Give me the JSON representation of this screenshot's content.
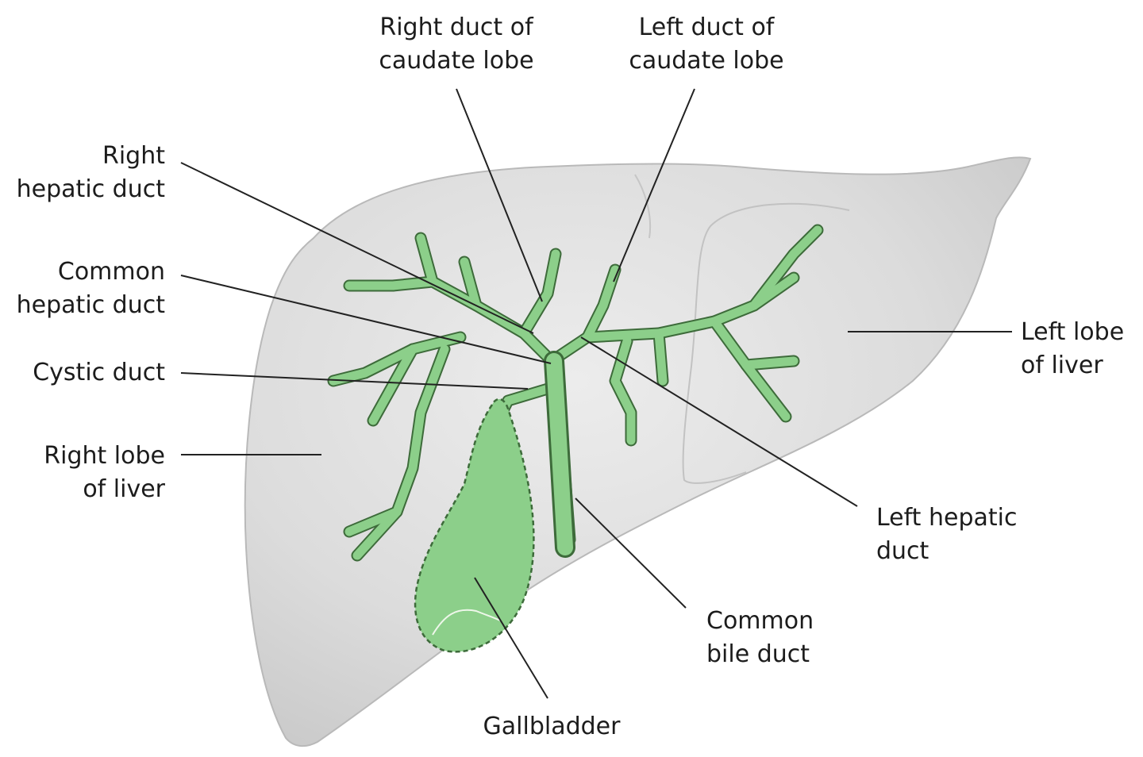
{
  "colors": {
    "liver_fill": "#d9d9d9",
    "liver_edge": "#b9b9b9",
    "duct_fill": "#8ccf8a",
    "duct_dash": "#3d6b3a",
    "leader_line": "#222222",
    "label_text": "#1c1c1c"
  },
  "labels": {
    "right_duct_caudate": [
      "Right duct of",
      "caudate lobe"
    ],
    "left_duct_caudate": [
      "Left duct of",
      "caudate lobe"
    ],
    "right_hepatic_duct": [
      "Right",
      "hepatic duct"
    ],
    "common_hepatic_duct": [
      "Common",
      "hepatic duct"
    ],
    "cystic_duct": [
      "Cystic duct"
    ],
    "right_lobe": [
      "Right lobe",
      "of liver"
    ],
    "left_lobe": [
      "Left lobe",
      "of liver"
    ],
    "left_hepatic_duct": [
      "Left hepatic",
      "duct"
    ],
    "common_bile_duct": [
      "Common",
      "bile duct"
    ],
    "gallbladder": [
      "Gallbladder"
    ]
  }
}
